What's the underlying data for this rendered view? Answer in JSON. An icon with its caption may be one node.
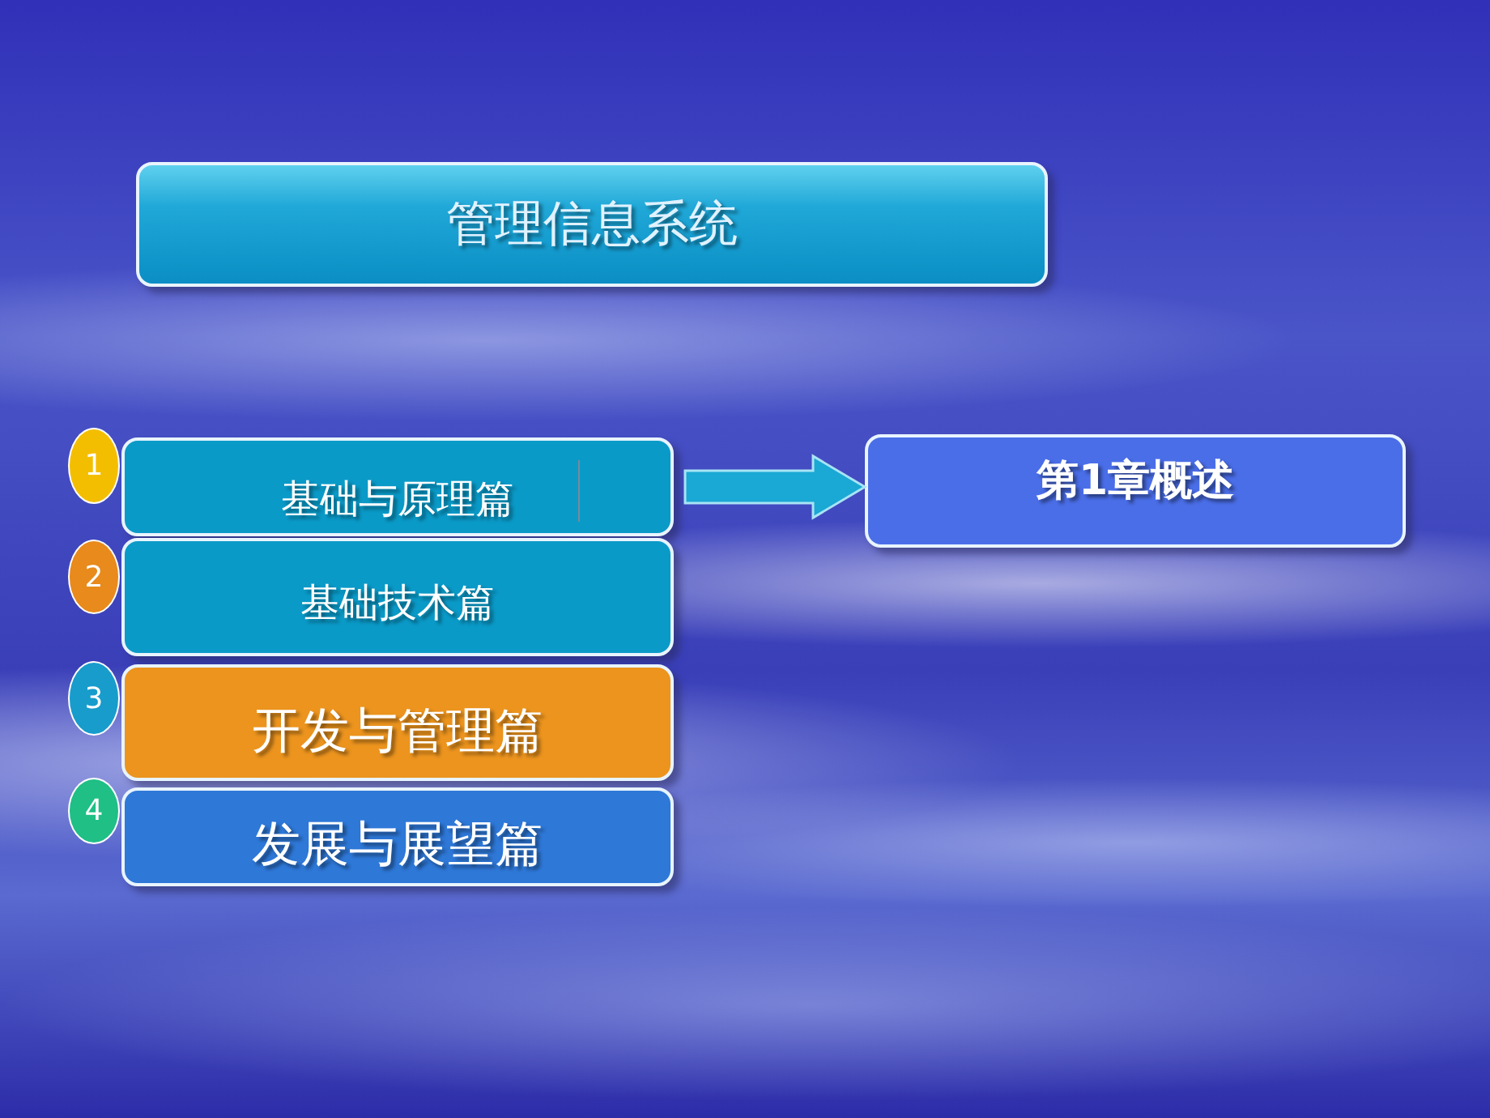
{
  "diagram": {
    "nodes": [
      {
        "text": [
          "管理信息系统"
        ]
      },
      {
        "text": [
          "1"
        ]
      },
      {
        "text": [
          "基础与原理篇"
        ]
      },
      {
        "text": [
          "2"
        ]
      },
      {
        "text": [
          "基础技术篇"
        ]
      },
      {
        "text": [
          "3"
        ]
      },
      {
        "text": [
          "开发与管理篇"
        ]
      },
      {
        "text": [
          "4"
        ]
      },
      {
        "text": [
          "发展与展望篇"
        ]
      },
      {
        "text": [
          "第1章概述"
        ]
      }
    ],
    "edges": [
      {
        "from": 2,
        "to": 9,
        "arrow": "to",
        "style": "thick"
      }
    ]
  }
}
